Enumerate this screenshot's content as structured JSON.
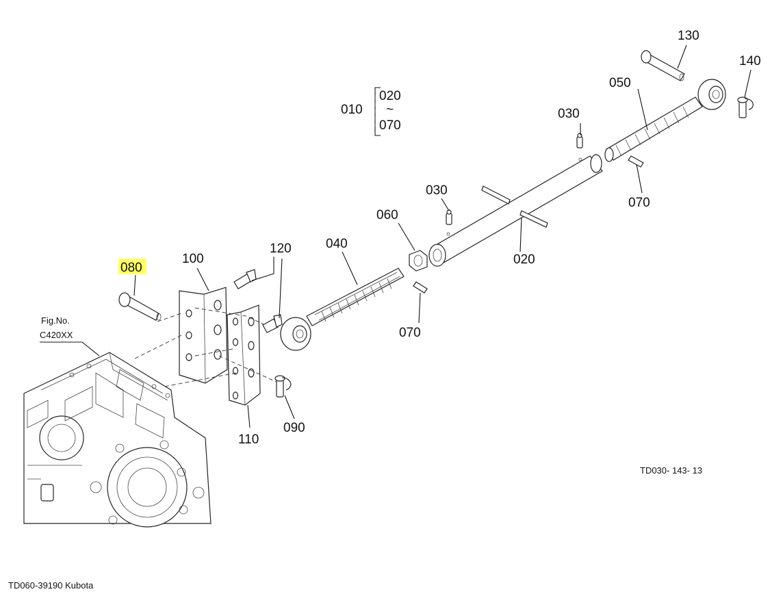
{
  "highlight_color": "#ffff66",
  "labels": {
    "p010": "010",
    "p020_range": "020",
    "range_sep": "~",
    "p070_range": "070",
    "p020": "020",
    "p030_a": "030",
    "p030_b": "030",
    "p040": "040",
    "p050": "050",
    "p060": "060",
    "p070_a": "070",
    "p070_b": "070",
    "p080": "080",
    "p090": "090",
    "p100": "100",
    "p110": "110",
    "p120": "120",
    "p130": "130",
    "p140": "140"
  },
  "fig_ref": {
    "line1": "Fig.No.",
    "line2": "C420XX"
  },
  "drawing_code": "TD030- 143- 13",
  "caption": "TD060-39190 Kubota"
}
